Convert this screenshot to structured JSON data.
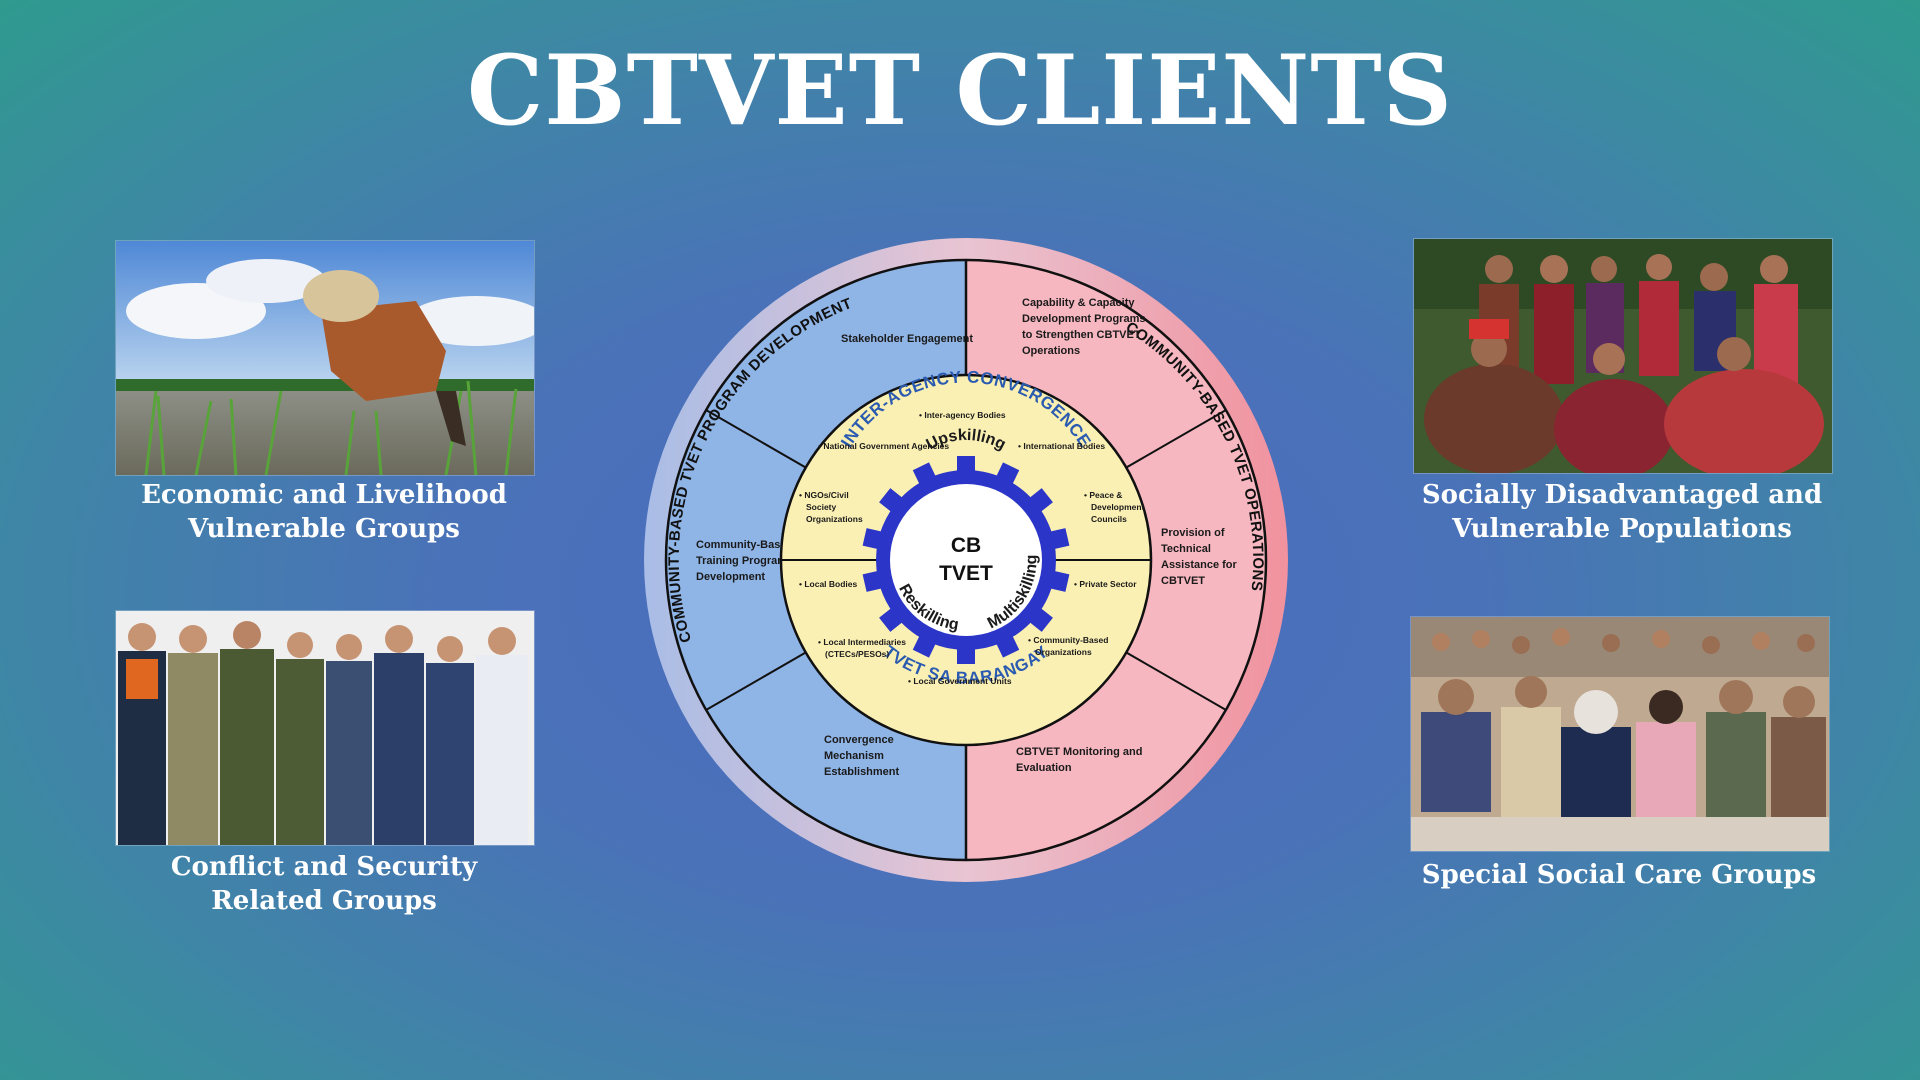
{
  "title": "CBTVET CLIENTS",
  "groups": {
    "top_left": {
      "line1": "Economic and Livelihood",
      "line2": "Vulnerable Groups"
    },
    "bottom_left": {
      "line1": "Conflict and Security",
      "line2": "Related Groups"
    },
    "top_right": {
      "line1": "Socially Disadvantaged and",
      "line2": "Vulnerable Populations"
    },
    "bottom_right": {
      "line1": "Special Social Care Groups"
    }
  },
  "wheel": {
    "outer_left": "COMMUNITY-BASED TVET PROGRAM DEVELOPMENT",
    "outer_right": "COMMUNITY-BASED TVET OPERATIONS",
    "segments": {
      "stakeholder": "Stakeholder Engagement",
      "training": [
        "Community-Based",
        "Training Program",
        "Development"
      ],
      "convergence": [
        "Convergence",
        "Mechanism",
        "Establishment"
      ],
      "capability": [
        "Capability & Capacity",
        "Development Programs",
        "to Strengthen CBTVET",
        "Operations"
      ],
      "provision": [
        "Provision of",
        "Technical",
        "Assistance for",
        "CBTVET"
      ],
      "monitoring": [
        "CBTVET Monitoring and",
        "Evaluation"
      ]
    },
    "middle_top": "INTER-AGENCY CONVERGENCE",
    "middle_bottom": "TVET SA BARANGAY",
    "bodies": {
      "interagency": "• Inter-agency Bodies",
      "national": "• National Government Agencies",
      "international": "• International Bodies",
      "ngos": [
        "• NGOs/Civil",
        "Society",
        "Organizations"
      ],
      "peace": [
        "• Peace &",
        "Development",
        "Councils"
      ],
      "local_bodies": "• Local Bodies",
      "private": "• Private Sector",
      "intermediaries": [
        "• Local Intermediaries",
        "(CTECs/PESOs)"
      ],
      "cbo": [
        "• Community-Based",
        "Organizations"
      ],
      "lgu": "• Local Government Units"
    },
    "gear": {
      "top": "Upskilling",
      "left": "Reskilling",
      "right": "Multiskilling"
    },
    "core": [
      "CB",
      "TVET"
    ]
  },
  "colors": {
    "blue_segment": "#8fb4e6",
    "pink_segment": "#f6b7c0",
    "yellow_ring": "#fbf0b4",
    "gear": "#2b36c9",
    "accent_blue": "#2b5bb0"
  }
}
